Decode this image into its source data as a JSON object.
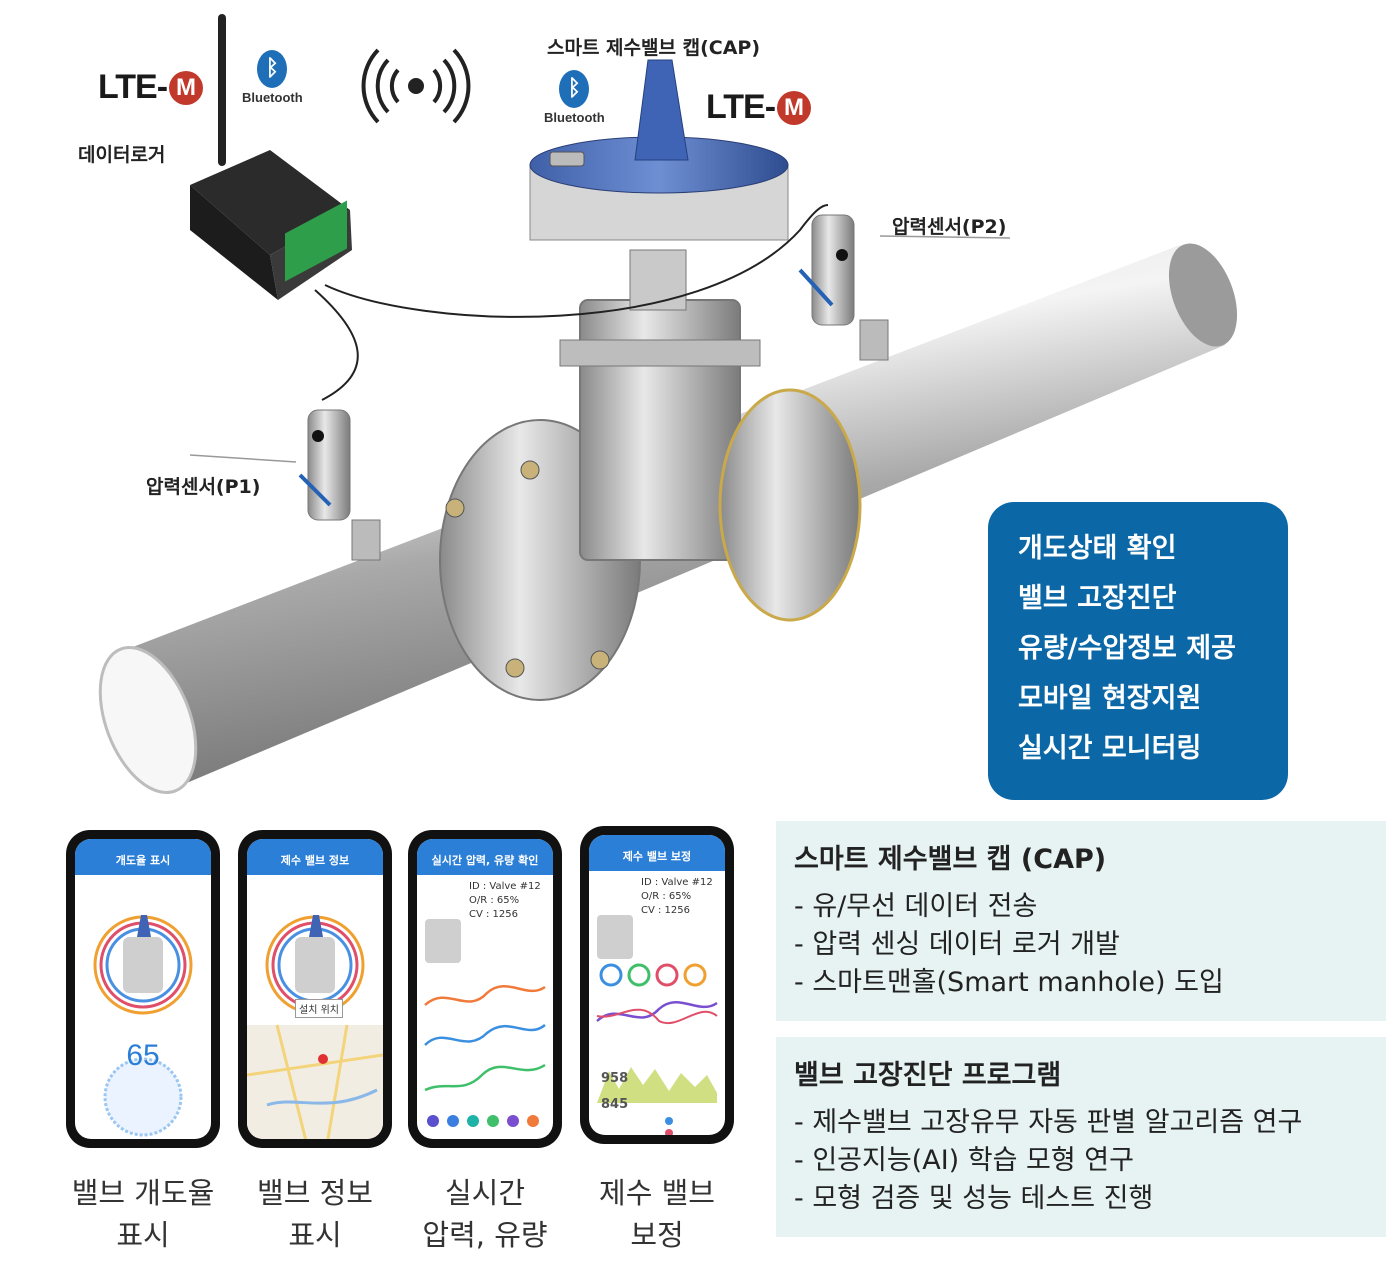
{
  "labels": {
    "cap_title": "스마트 제수밸브 캡(CAP)",
    "data_logger": "데이터로거",
    "sensor_p1": "압력센서(P1)",
    "sensor_p2": "압력센서(P2)",
    "lte": "LTE-",
    "lte_m": "M",
    "bluetooth": "Bluetooth"
  },
  "features": [
    "개도상태 확인",
    "밸브 고장진단",
    "유량/수압정보 제공",
    "모바일 현장지원",
    "실시간 모니터링"
  ],
  "cap_box": {
    "title": "스마트 제수밸브 캡 (CAP)",
    "items": [
      "- 유/무선 데이터 전송",
      "- 압력 센싱 데이터 로거 개발",
      "- 스마트맨홀(Smart manhole) 도입"
    ]
  },
  "diag_box": {
    "title": "밸브 고장진단 프로그램",
    "items": [
      "- 제수밸브 고장유무 자동 판별 알고리즘 연구",
      "- 인공지능(AI) 학습 모형 연구",
      "- 모형 검증 및 성능 테스트 진행"
    ]
  },
  "phones": [
    {
      "header": "개도율 표시",
      "value": "65",
      "caption1": "밸브 개도율",
      "caption2": "표시"
    },
    {
      "header": "제수 밸브 정보",
      "map_label": "설치 위치",
      "caption1": "밸브 정보",
      "caption2": "표시"
    },
    {
      "header": "실시간 압력, 유량 확인",
      "id_line": "ID   : Valve #12",
      "ok_line": "O/R : 65%",
      "cv_line": "CV  : 1256",
      "caption1": "실시간",
      "caption2": "압력, 유량"
    },
    {
      "header": "제수 밸브 보정",
      "id_line": "ID   : Valve #12",
      "ok_line": "O/R : 65%",
      "cv_line": "CV  : 1256",
      "num1": "958",
      "num2": "845",
      "caption1": "제수 밸브",
      "caption2": "보정"
    }
  ],
  "colors": {
    "feature_box": "#0b67a6",
    "info_box": "#e6f3f2",
    "app_header": "#2b7fd6",
    "lte_m": "#c0392b"
  }
}
